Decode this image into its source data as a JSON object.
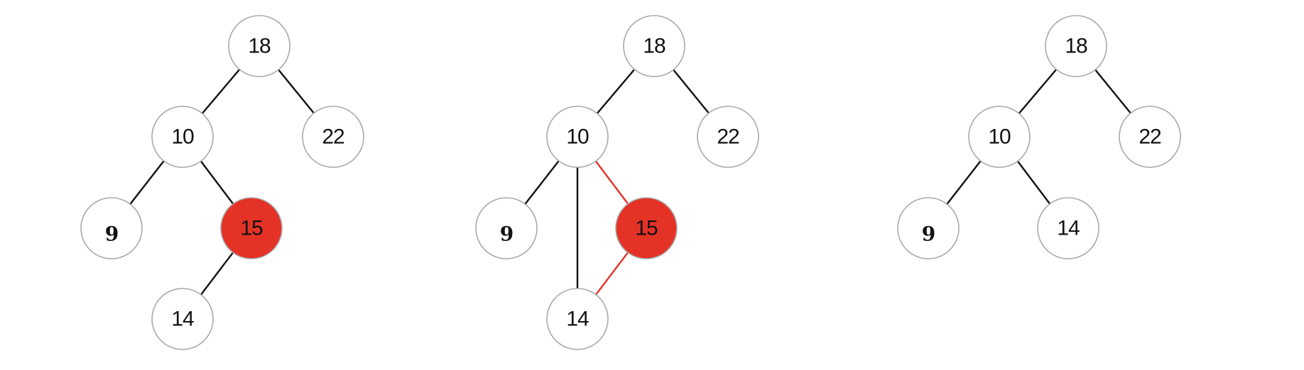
{
  "colors": {
    "highlight": "#e53226",
    "node_border": "#a9a9a9",
    "node_fill": "#ffffff",
    "edge": "#111111"
  },
  "panels": [
    {
      "id": "panel-1",
      "nodes": [
        {
          "id": "n18",
          "label": "18",
          "highlighted": false
        },
        {
          "id": "n10",
          "label": "10",
          "highlighted": false
        },
        {
          "id": "n22",
          "label": "22",
          "highlighted": false
        },
        {
          "id": "n9",
          "label": "9",
          "highlighted": false
        },
        {
          "id": "n15",
          "label": "15",
          "highlighted": true
        },
        {
          "id": "n14",
          "label": "14",
          "highlighted": false
        }
      ],
      "edges": [
        {
          "from": "n18",
          "to": "n10",
          "color": "black"
        },
        {
          "from": "n18",
          "to": "n22",
          "color": "black"
        },
        {
          "from": "n10",
          "to": "n9",
          "color": "black"
        },
        {
          "from": "n10",
          "to": "n15",
          "color": "black"
        },
        {
          "from": "n15",
          "to": "n14",
          "color": "black"
        }
      ]
    },
    {
      "id": "panel-2",
      "nodes": [
        {
          "id": "n18",
          "label": "18",
          "highlighted": false
        },
        {
          "id": "n10",
          "label": "10",
          "highlighted": false
        },
        {
          "id": "n22",
          "label": "22",
          "highlighted": false
        },
        {
          "id": "n9",
          "label": "9",
          "highlighted": false
        },
        {
          "id": "n15",
          "label": "15",
          "highlighted": true
        },
        {
          "id": "n14",
          "label": "14",
          "highlighted": false
        }
      ],
      "edges": [
        {
          "from": "n18",
          "to": "n10",
          "color": "black"
        },
        {
          "from": "n18",
          "to": "n22",
          "color": "black"
        },
        {
          "from": "n10",
          "to": "n9",
          "color": "black"
        },
        {
          "from": "n10",
          "to": "n14",
          "color": "black"
        },
        {
          "from": "n10",
          "to": "n15",
          "color": "red"
        },
        {
          "from": "n15",
          "to": "n14",
          "color": "red"
        }
      ]
    },
    {
      "id": "panel-3",
      "nodes": [
        {
          "id": "n18",
          "label": "18",
          "highlighted": false
        },
        {
          "id": "n10",
          "label": "10",
          "highlighted": false
        },
        {
          "id": "n22",
          "label": "22",
          "highlighted": false
        },
        {
          "id": "n9",
          "label": "9",
          "highlighted": false
        },
        {
          "id": "n14",
          "label": "14",
          "highlighted": false
        }
      ],
      "edges": [
        {
          "from": "n18",
          "to": "n10",
          "color": "black"
        },
        {
          "from": "n18",
          "to": "n22",
          "color": "black"
        },
        {
          "from": "n10",
          "to": "n9",
          "color": "black"
        },
        {
          "from": "n10",
          "to": "n14",
          "color": "black"
        }
      ]
    }
  ]
}
